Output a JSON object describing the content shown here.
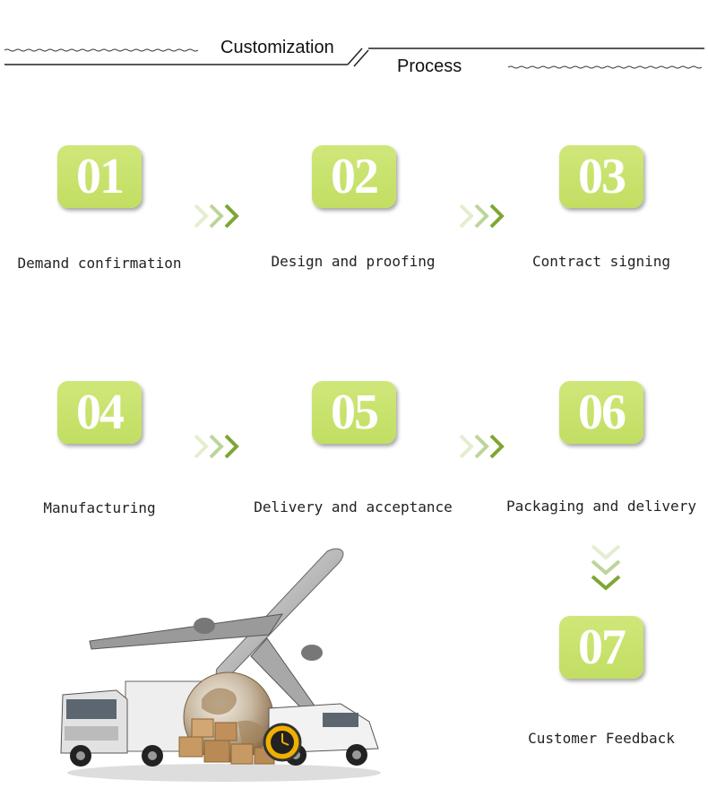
{
  "header": {
    "title": "Customization",
    "subtitle": "Process"
  },
  "steps": [
    {
      "number": "01",
      "label": "Demand confirmation"
    },
    {
      "number": "02",
      "label": "Design and proofing"
    },
    {
      "number": "03",
      "label": "Contract signing"
    },
    {
      "number": "04",
      "label": "Manufacturing"
    },
    {
      "number": "05",
      "label": "Delivery and acceptance"
    },
    {
      "number": "06",
      "label": "Packaging and delivery"
    },
    {
      "number": "07",
      "label": "Customer Feedback"
    }
  ],
  "colors": {
    "badge": "#c6e06a",
    "chevron_dark": "#7ea635",
    "chevron_light": "#d6e8b0"
  },
  "icons": {
    "arrow_right": "triple-chevron-right-icon",
    "arrow_down": "triple-chevron-down-icon",
    "logistics": "logistics-illustration"
  }
}
